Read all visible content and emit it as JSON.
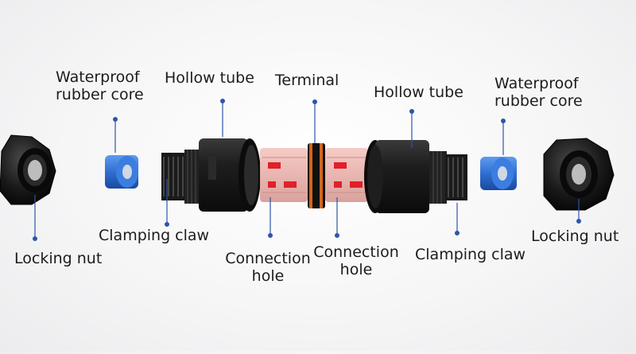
{
  "labels": {
    "waterproof_left_1": "Waterproof",
    "waterproof_left_2": "rubber core",
    "hollow_left": "Hollow tube",
    "terminal": "Terminal",
    "hollow_right": "Hollow tube",
    "waterproof_right_1": "Waterproof",
    "waterproof_right_2": "rubber core",
    "locking_left": "Locking nut",
    "clamping_left": "Clamping claw",
    "connection_left_1": "Connection",
    "connection_left_2": "hole",
    "connection_right_1": "Connection",
    "connection_right_2": "hole",
    "clamping_right": "Clamping claw",
    "locking_right": "Locking nut"
  },
  "colors": {
    "accent_dot": "#2d56a8",
    "rubber_blue": "#2f6fd0",
    "plastic_black": "#161616",
    "terminal_red": "#e0202a"
  }
}
